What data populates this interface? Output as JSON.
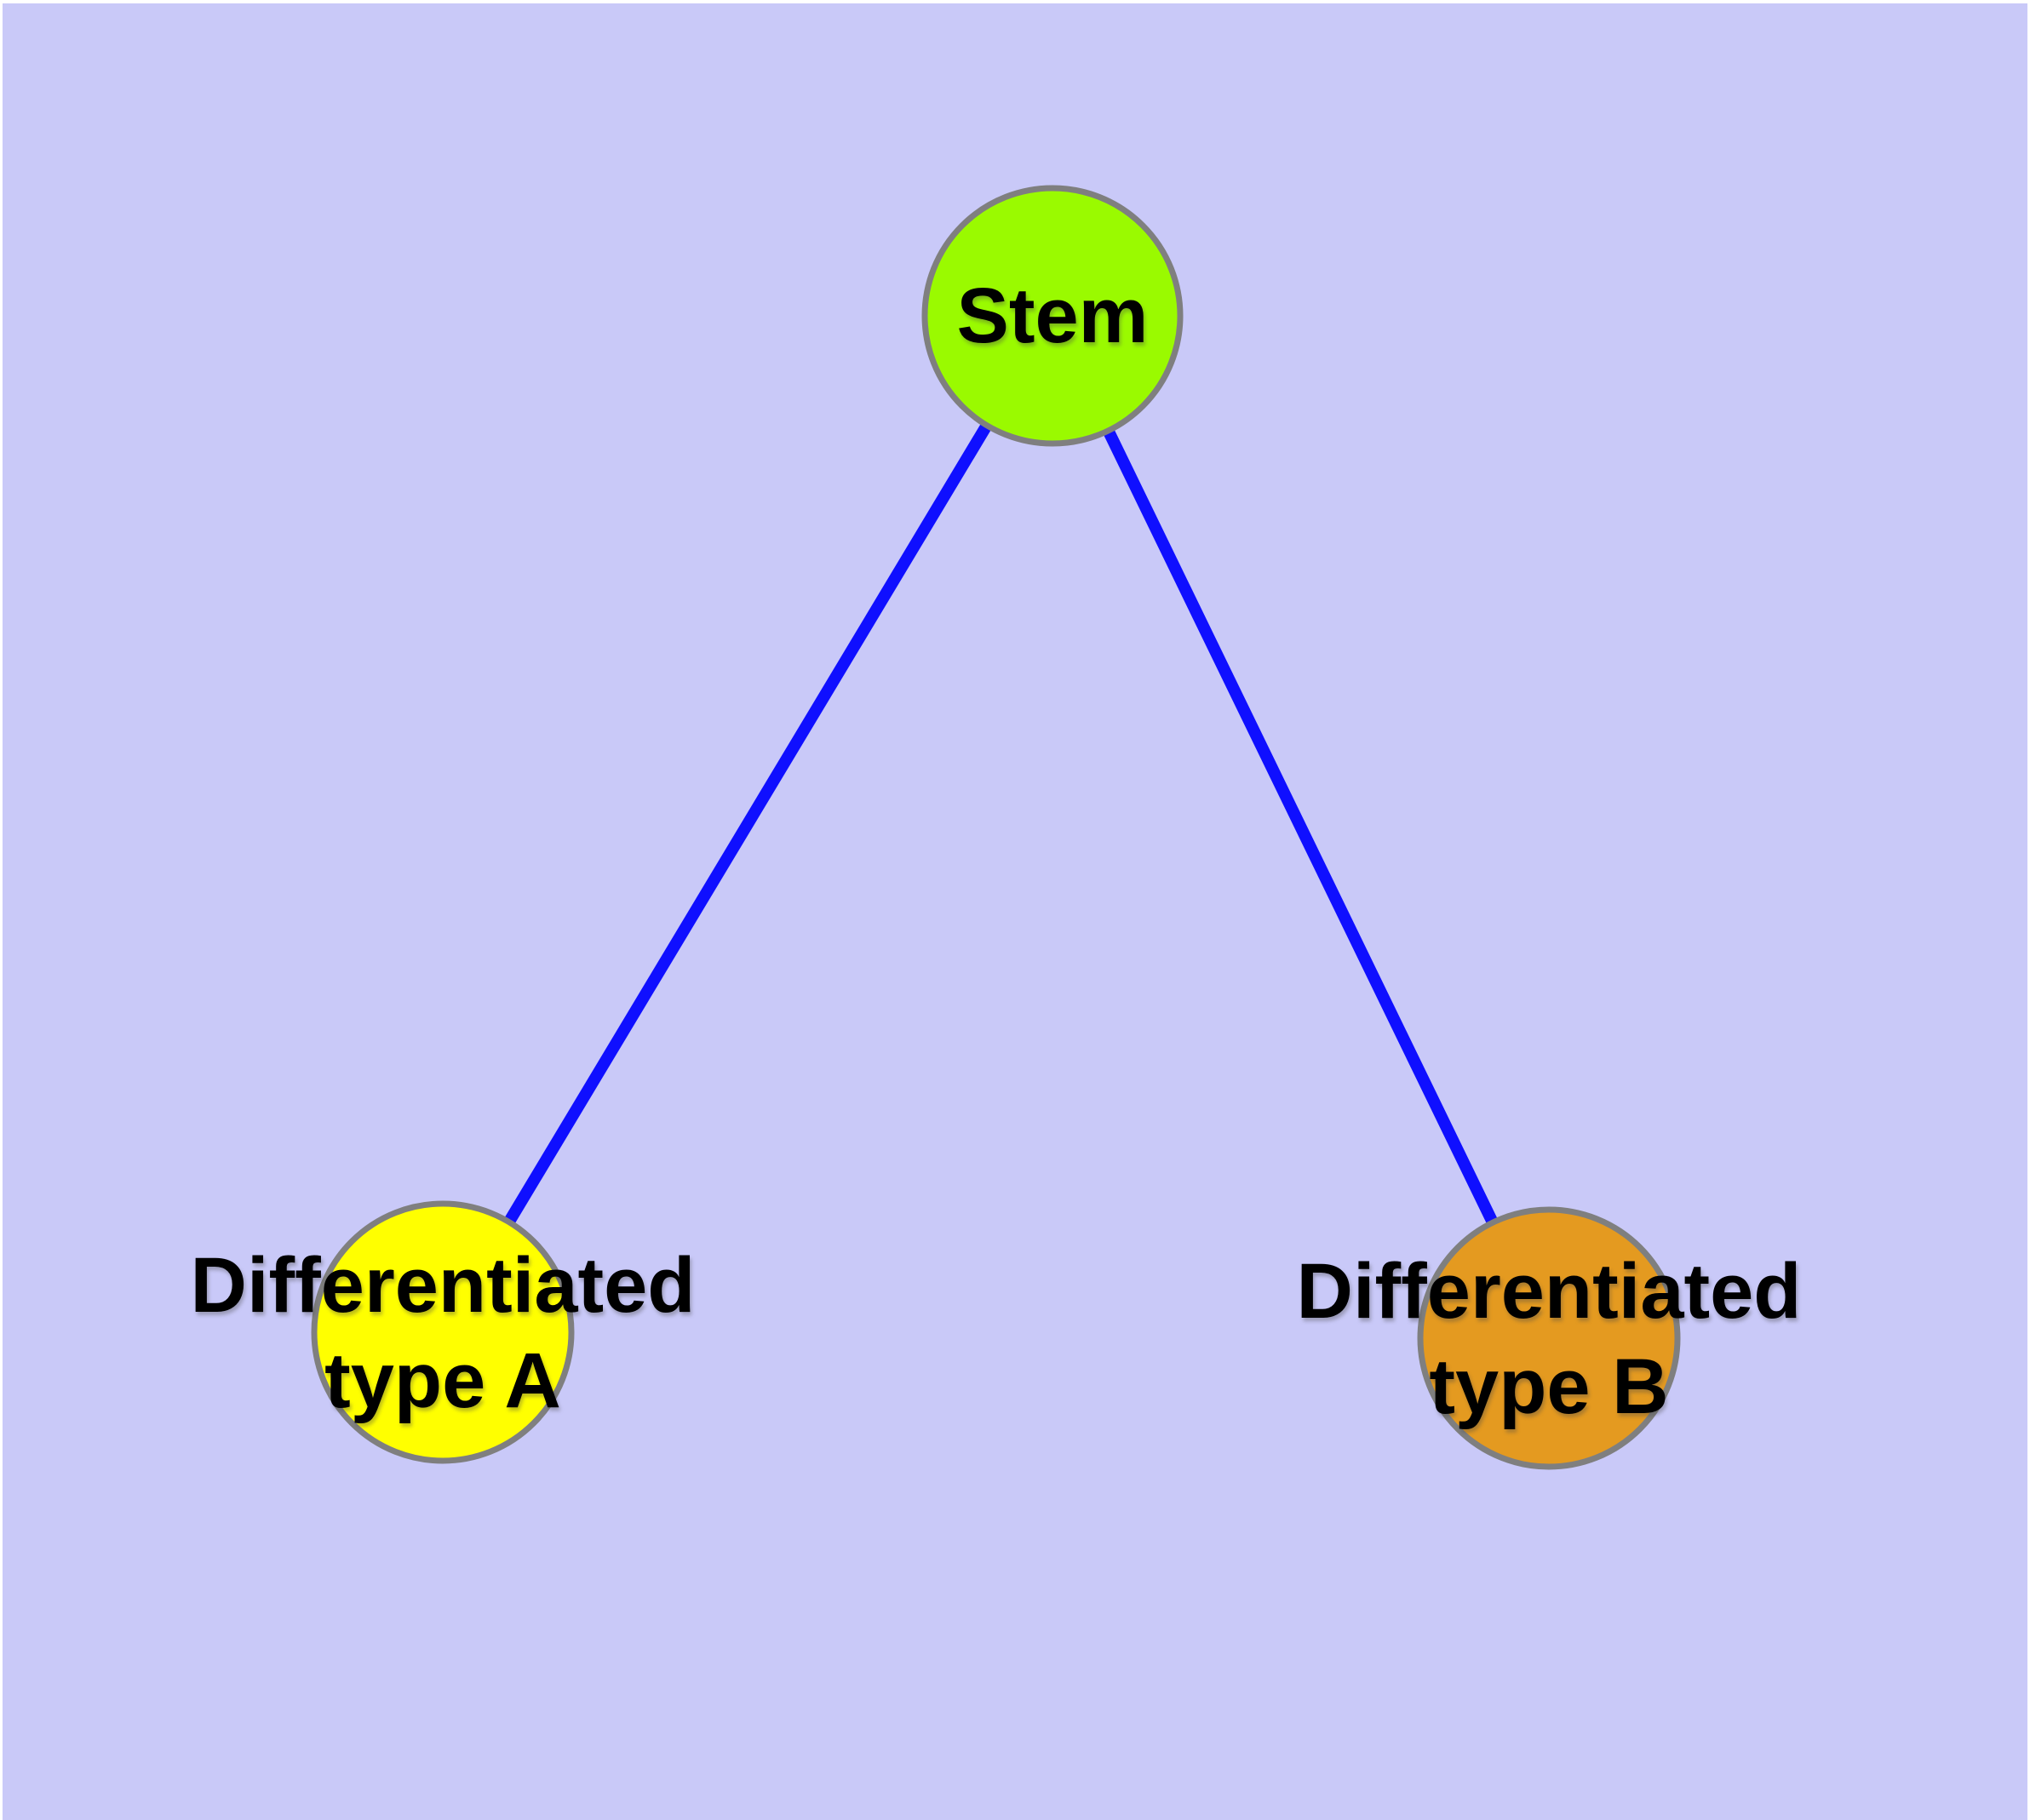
{
  "diagram": {
    "kind": "cell-differentiation-tree",
    "nodes": [
      {
        "id": "stem",
        "label": "Stem",
        "fill": "#9afa00"
      },
      {
        "id": "typeA",
        "label": "Differentiated type A",
        "label_line1": "Differentiated",
        "label_line2": "type A",
        "fill": "#ffff00"
      },
      {
        "id": "typeB",
        "label": "Differentiated type B",
        "label_line1": "Differentiated",
        "label_line2": "type B",
        "fill": "#e49a20"
      }
    ],
    "edges": [
      {
        "from": "Stem",
        "to": "Differentiated type A"
      },
      {
        "from": "Stem",
        "to": "Differentiated type B"
      }
    ]
  },
  "colors": {
    "page_margin": "#ffffff",
    "background": "#c9c9f8",
    "node_border": "#7f7f7f",
    "edge": "#0f0fff",
    "label": "#000000"
  }
}
